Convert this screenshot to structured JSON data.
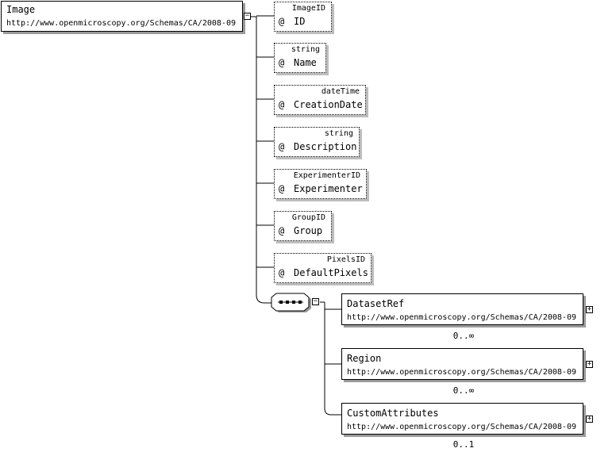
{
  "root": {
    "name": "Image",
    "namespace": "http://www.openmicroscopy.org/Schemas/CA/2008-09",
    "toggle": "−"
  },
  "attributes": [
    {
      "type": "ImageID",
      "name": "ID"
    },
    {
      "type": "string",
      "name": "Name"
    },
    {
      "type": "dateTime",
      "name": "CreationDate"
    },
    {
      "type": "string",
      "name": "Description"
    },
    {
      "type": "ExperimenterID",
      "name": "Experimenter"
    },
    {
      "type": "GroupID",
      "name": "Group"
    },
    {
      "type": "PixelsID",
      "name": "DefaultPixels"
    }
  ],
  "attribute_marker": "@",
  "sequence": {
    "toggle": "−"
  },
  "children": [
    {
      "name": "DatasetRef",
      "namespace": "http://www.openmicroscopy.org/Schemas/CA/2008-09",
      "cardinality": "0..∞",
      "toggle": "+"
    },
    {
      "name": "Region",
      "namespace": "http://www.openmicroscopy.org/Schemas/CA/2008-09",
      "cardinality": "0..∞",
      "toggle": "+"
    },
    {
      "name": "CustomAttributes",
      "namespace": "http://www.openmicroscopy.org/Schemas/CA/2008-09",
      "cardinality": "0..1",
      "toggle": "+"
    }
  ]
}
